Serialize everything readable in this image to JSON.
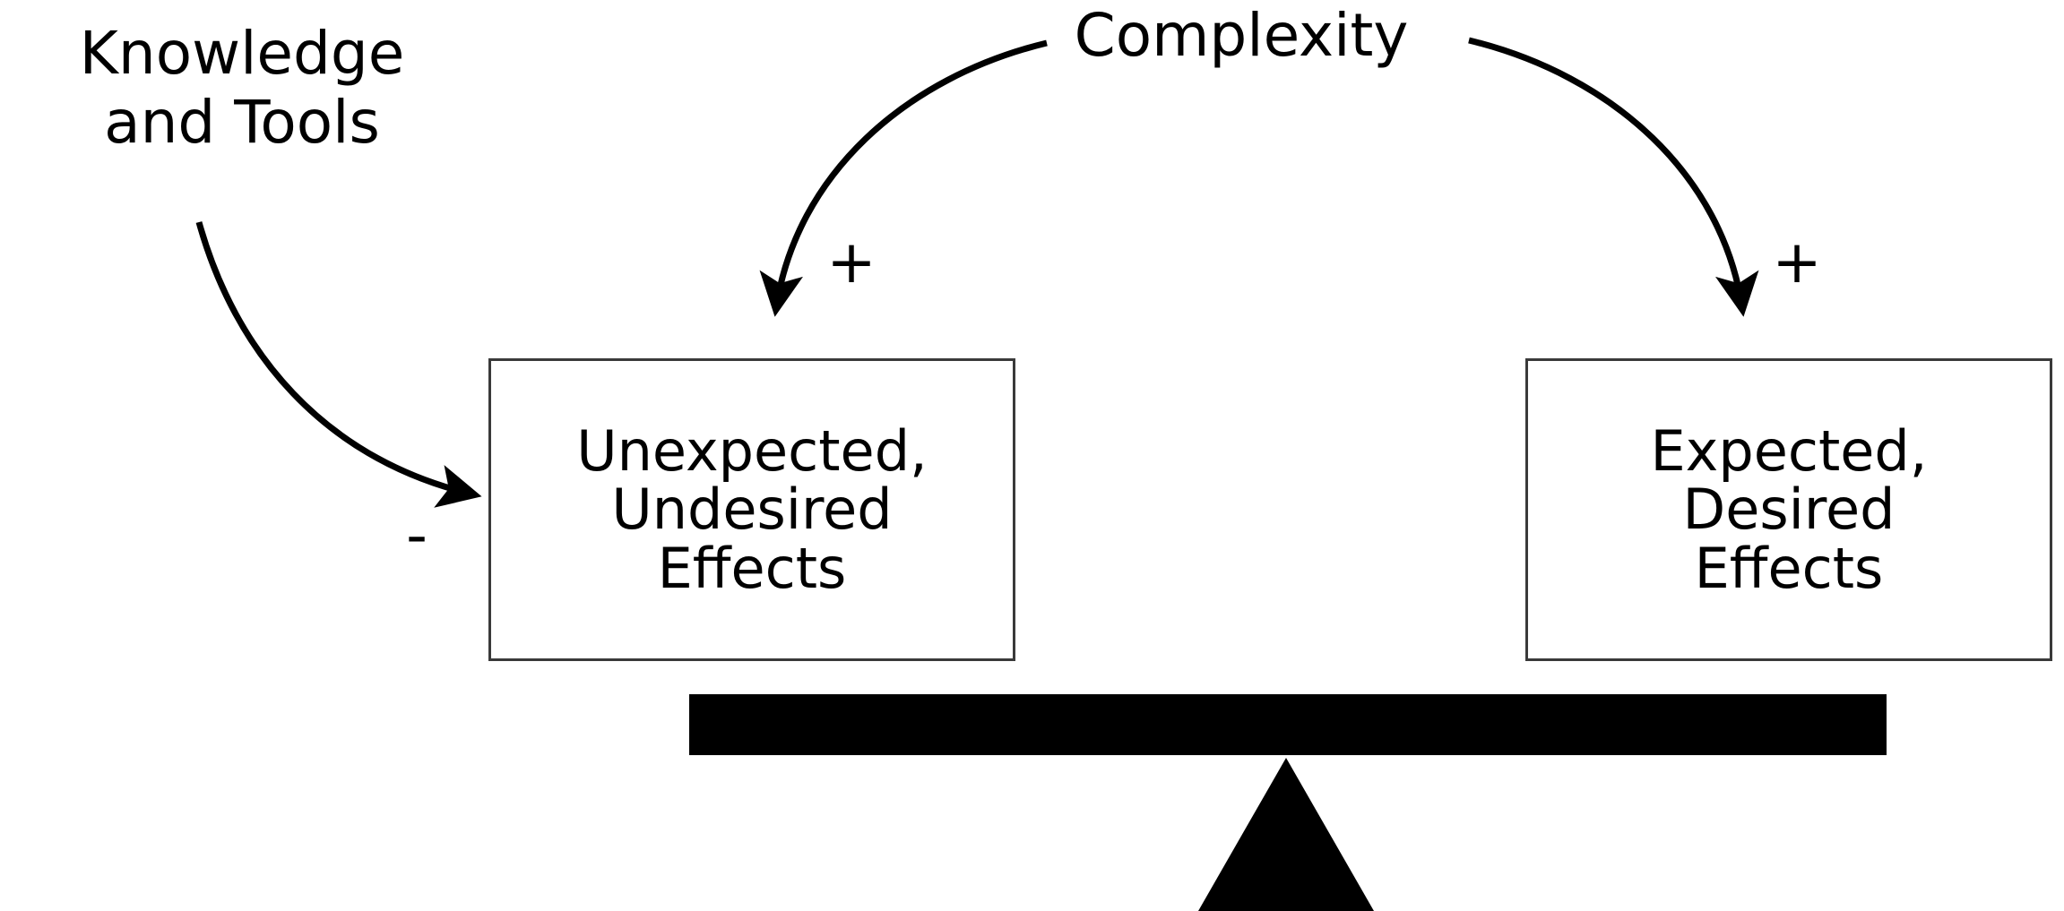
{
  "diagram": {
    "title": "Balance of expected and unexpected effects",
    "background_color": "#ffffff",
    "ink_color": "#000000",
    "box_border_color": "#3a3a3a"
  },
  "labels": {
    "knowledge_and_tools": "Knowledge\nand Tools",
    "complexity": "Complexity"
  },
  "polarity": {
    "plus_left": "+",
    "plus_right": "+",
    "minus_left": "-"
  },
  "boxes": [
    {
      "id": "unexpected",
      "text": "Unexpected,\nUndesired\nEffects",
      "side": "left"
    },
    {
      "id": "expected",
      "text": "Expected,\nDesired\nEffects",
      "side": "right"
    }
  ],
  "connections": [
    {
      "from": "Knowledge and Tools",
      "to": "Unexpected, Undesired Effects",
      "polarity": "-",
      "style": "curved-arrow"
    },
    {
      "from": "Complexity",
      "to": "Unexpected, Undesired Effects",
      "polarity": "+",
      "style": "curved-arrow"
    },
    {
      "from": "Complexity",
      "to": "Expected, Desired Effects",
      "polarity": "+",
      "style": "curved-arrow"
    }
  ],
  "fulcrum": {
    "beam_label": "balance-beam",
    "pivot_label": "fulcrum-triangle"
  }
}
